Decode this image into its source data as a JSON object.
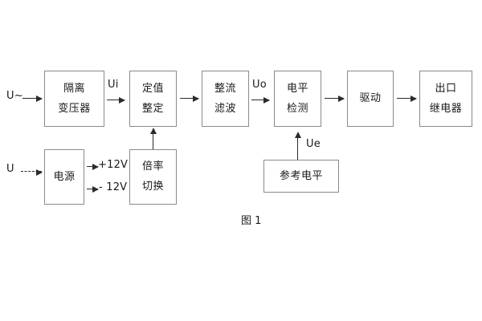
{
  "diagram": {
    "caption": "图 1",
    "blocks": [
      {
        "id": "isolation-transformer",
        "lines": [
          "隔离",
          "变压器"
        ]
      },
      {
        "id": "setting-value",
        "lines": [
          "定值",
          "整定"
        ]
      },
      {
        "id": "rectify-filter",
        "lines": [
          "整流",
          "滤波"
        ]
      },
      {
        "id": "level-detection",
        "lines": [
          "电平",
          "检测"
        ]
      },
      {
        "id": "drive",
        "lines": [
          "驱动"
        ]
      },
      {
        "id": "output-relay",
        "lines": [
          "出口",
          "继电器"
        ]
      },
      {
        "id": "power-supply",
        "lines": [
          "电源"
        ]
      },
      {
        "id": "multiplier-switch",
        "lines": [
          "倍率",
          "切换"
        ]
      },
      {
        "id": "reference-level",
        "lines": [
          "参考电平"
        ]
      }
    ],
    "labels": {
      "input_ac": "U~",
      "input_dc": "U",
      "signal_ui": "Ui",
      "signal_uo": "Uo",
      "signal_ue": "Ue",
      "supply_positive": "+12V",
      "supply_negative": "- 12V"
    }
  },
  "colors": {
    "background": "#ffffff",
    "box_border": "#8a8a8a",
    "text": "#1a1a1a",
    "arrow": "#2b2b2b"
  }
}
